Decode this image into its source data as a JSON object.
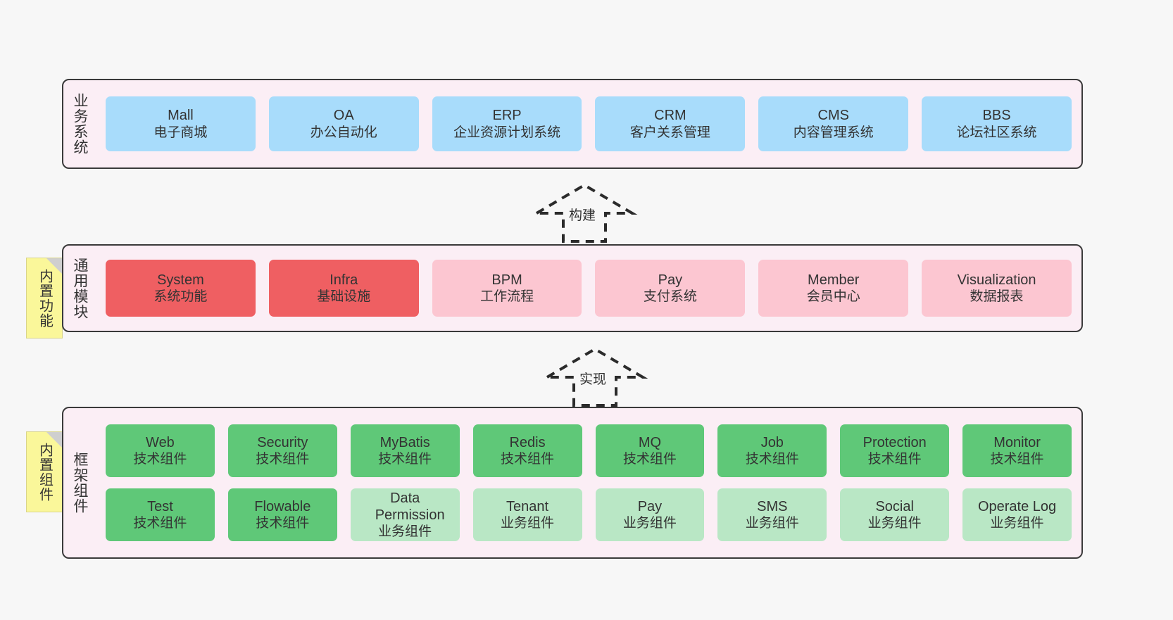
{
  "diagram": {
    "background_color": "#f7f7f7",
    "container_color": "#fbeef5",
    "note_color": "#faf79a",
    "sections": [
      {
        "label": "业务系统",
        "rows": [
          {
            "cards": [
              {
                "title": "Mall",
                "subtitle": "电子商城",
                "color": "#a8dcfb",
                "style": "blue"
              },
              {
                "title": "OA",
                "subtitle": "办公自动化",
                "color": "#a8dcfb",
                "style": "blue"
              },
              {
                "title": "ERP",
                "subtitle": "企业资源计划系统",
                "color": "#a8dcfb",
                "style": "blue"
              },
              {
                "title": "CRM",
                "subtitle": "客户关系管理",
                "color": "#a8dcfb",
                "style": "blue"
              },
              {
                "title": "CMS",
                "subtitle": "内容管理系统",
                "color": "#a8dcfb",
                "style": "blue"
              },
              {
                "title": "BBS",
                "subtitle": "论坛社区系统",
                "color": "#a8dcfb",
                "style": "blue"
              }
            ]
          }
        ]
      },
      {
        "label": "通用模块",
        "note": "内置功能",
        "rows": [
          {
            "cards": [
              {
                "title": "System",
                "subtitle": "系统功能",
                "color": "#ef5f62",
                "style": "red"
              },
              {
                "title": "Infra",
                "subtitle": "基础设施",
                "color": "#ef5f62",
                "style": "red"
              },
              {
                "title": "BPM",
                "subtitle": "工作流程",
                "color": "#fcc6d1",
                "style": "pink"
              },
              {
                "title": "Pay",
                "subtitle": "支付系统",
                "color": "#fcc6d1",
                "style": "pink"
              },
              {
                "title": "Member",
                "subtitle": "会员中心",
                "color": "#fcc6d1",
                "style": "pink"
              },
              {
                "title": "Visualization",
                "subtitle": "数据报表",
                "color": "#fcc6d1",
                "style": "pink"
              }
            ]
          }
        ]
      },
      {
        "label": "框架组件",
        "note": "内置组件",
        "rows": [
          {
            "cards": [
              {
                "title": "Web",
                "subtitle": "技术组件",
                "color": "#5fc878",
                "style": "green"
              },
              {
                "title": "Security",
                "subtitle": "技术组件",
                "color": "#5fc878",
                "style": "green"
              },
              {
                "title": "MyBatis",
                "subtitle": "技术组件",
                "color": "#5fc878",
                "style": "green"
              },
              {
                "title": "Redis",
                "subtitle": "技术组件",
                "color": "#5fc878",
                "style": "green"
              },
              {
                "title": "MQ",
                "subtitle": "技术组件",
                "color": "#5fc878",
                "style": "green"
              },
              {
                "title": "Job",
                "subtitle": "技术组件",
                "color": "#5fc878",
                "style": "green"
              },
              {
                "title": "Protection",
                "subtitle": "技术组件",
                "color": "#5fc878",
                "style": "green"
              },
              {
                "title": "Monitor",
                "subtitle": "技术组件",
                "color": "#5fc878",
                "style": "green"
              }
            ]
          },
          {
            "cards": [
              {
                "title": "Test",
                "subtitle": "技术组件",
                "color": "#5fc878",
                "style": "green"
              },
              {
                "title": "Flowable",
                "subtitle": "技术组件",
                "color": "#5fc878",
                "style": "green"
              },
              {
                "title": "Data Permission",
                "subtitle": "业务组件",
                "color": "#b9e7c5",
                "style": "lgreen"
              },
              {
                "title": "Tenant",
                "subtitle": "业务组件",
                "color": "#b9e7c5",
                "style": "lgreen"
              },
              {
                "title": "Pay",
                "subtitle": "业务组件",
                "color": "#b9e7c5",
                "style": "lgreen"
              },
              {
                "title": "SMS",
                "subtitle": "业务组件",
                "color": "#b9e7c5",
                "style": "lgreen"
              },
              {
                "title": "Social",
                "subtitle": "业务组件",
                "color": "#b9e7c5",
                "style": "lgreen"
              },
              {
                "title": "Operate Log",
                "subtitle": "业务组件",
                "color": "#b9e7c5",
                "style": "lgreen"
              }
            ]
          }
        ]
      }
    ],
    "arrows": [
      {
        "label": "构建"
      },
      {
        "label": "实现"
      }
    ]
  }
}
